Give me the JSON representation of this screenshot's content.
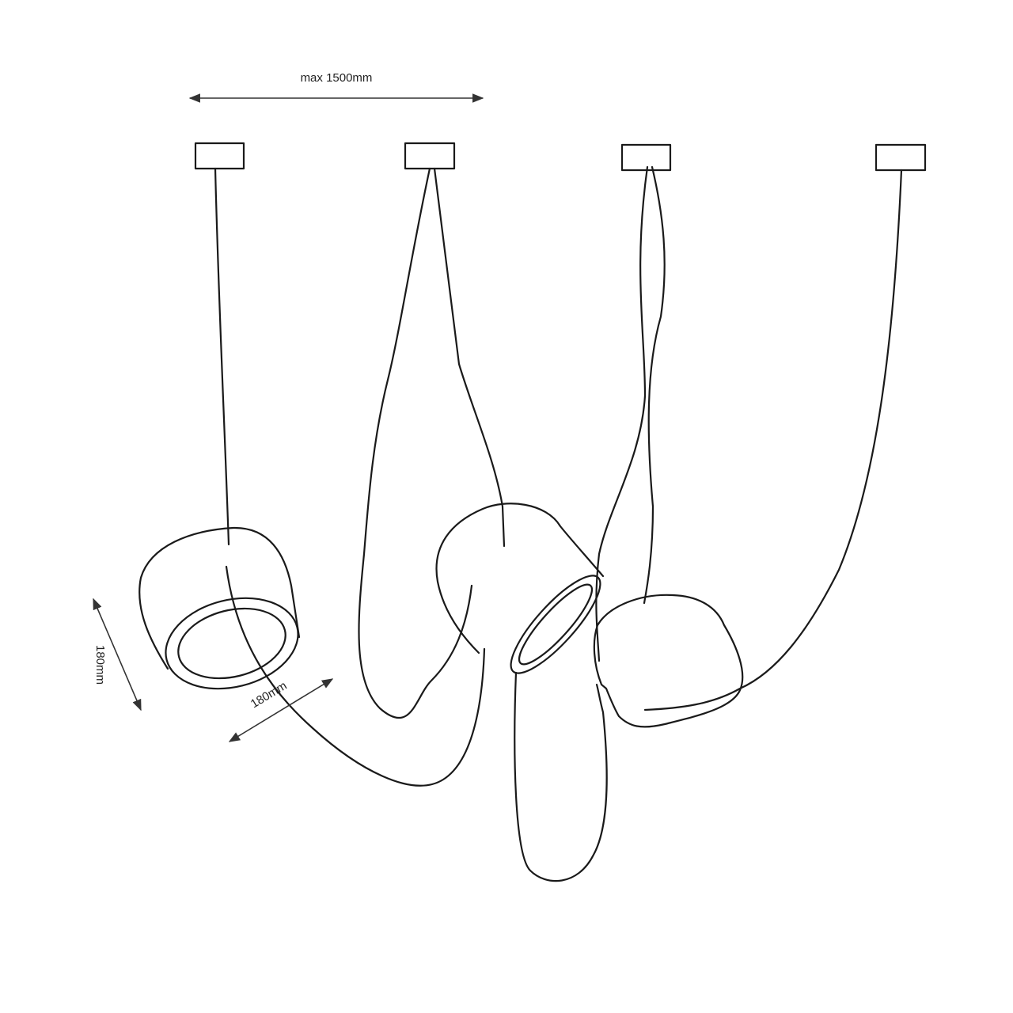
{
  "dimensions": {
    "max_span": "max 1500mm",
    "height": "180mm",
    "diameter": "180mm"
  },
  "colors": {
    "line": "#1a1a1a",
    "background": "#ffffff"
  }
}
